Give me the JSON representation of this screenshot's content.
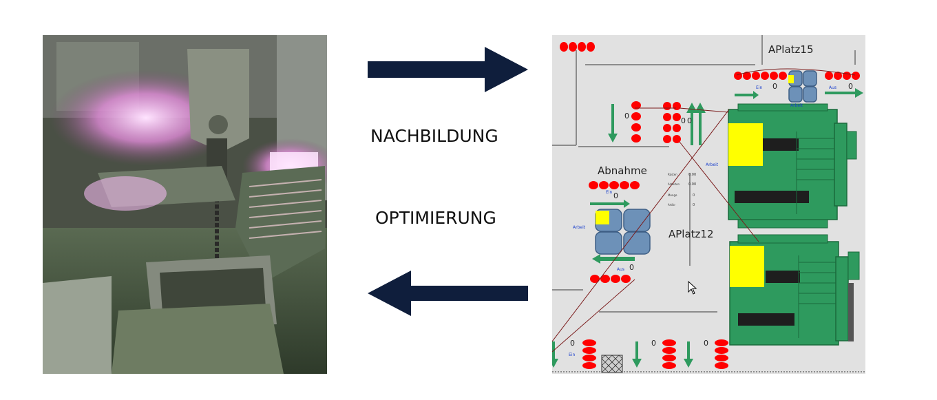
{
  "center": {
    "top_label": "NACHBILDUNG",
    "bottom_label": "OPTIMIERUNG",
    "arrow_color": "#0f1e3c"
  },
  "photo": {
    "subject": "steel-mill-furnace-photo"
  },
  "simulation": {
    "title_top": "APlatz15",
    "title_mid": "APlatz12",
    "station_left": "Abnahme",
    "ein": "Ein",
    "aus": "Aus",
    "arbeit": "Arbeit",
    "zero": "0",
    "info_rows": [
      {
        "label": "Rüsten",
        "value": "0.00"
      },
      {
        "label": "Arbeiten",
        "value": "0.00"
      },
      {
        "label": "Menge",
        "value": "0"
      },
      {
        "label": "Artikr",
        "value": "0"
      }
    ],
    "colors": {
      "background": "#e1e1e1",
      "machine": "#2e9a5e",
      "highlight": "#ffff00",
      "token": "#ff0000",
      "flow_arrow": "#2e9a5e",
      "work_box": "#6d91b8"
    }
  }
}
